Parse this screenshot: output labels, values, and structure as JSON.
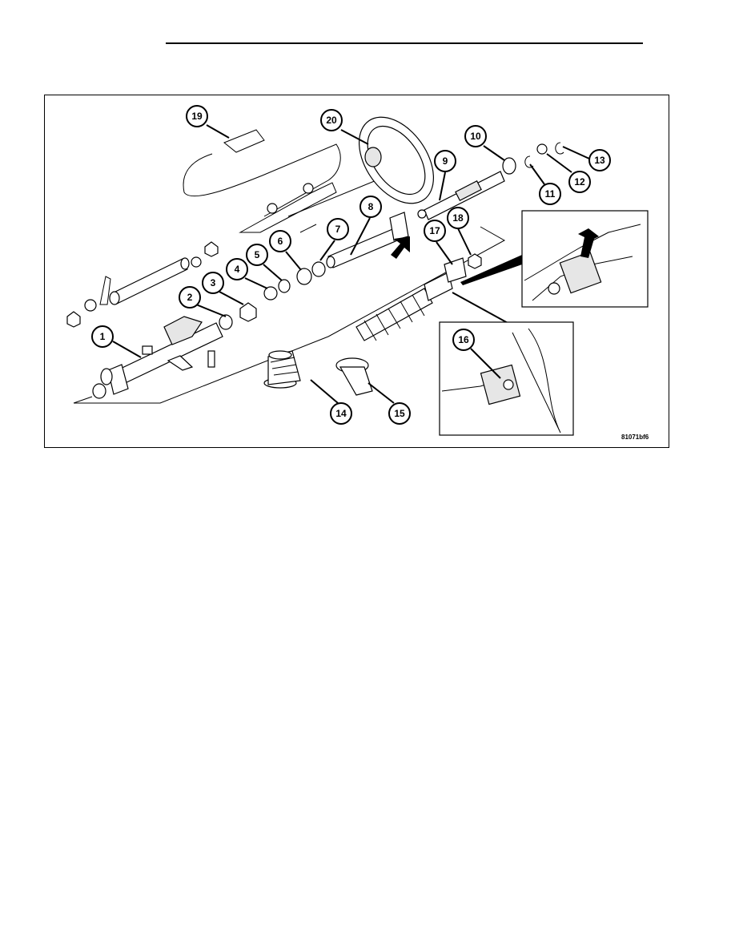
{
  "figure": {
    "id": "81071bf6",
    "callouts": [
      "1",
      "2",
      "3",
      "4",
      "5",
      "6",
      "7",
      "8",
      "9",
      "10",
      "11",
      "12",
      "13",
      "14",
      "15",
      "16",
      "17",
      "18",
      "19",
      "20"
    ]
  }
}
